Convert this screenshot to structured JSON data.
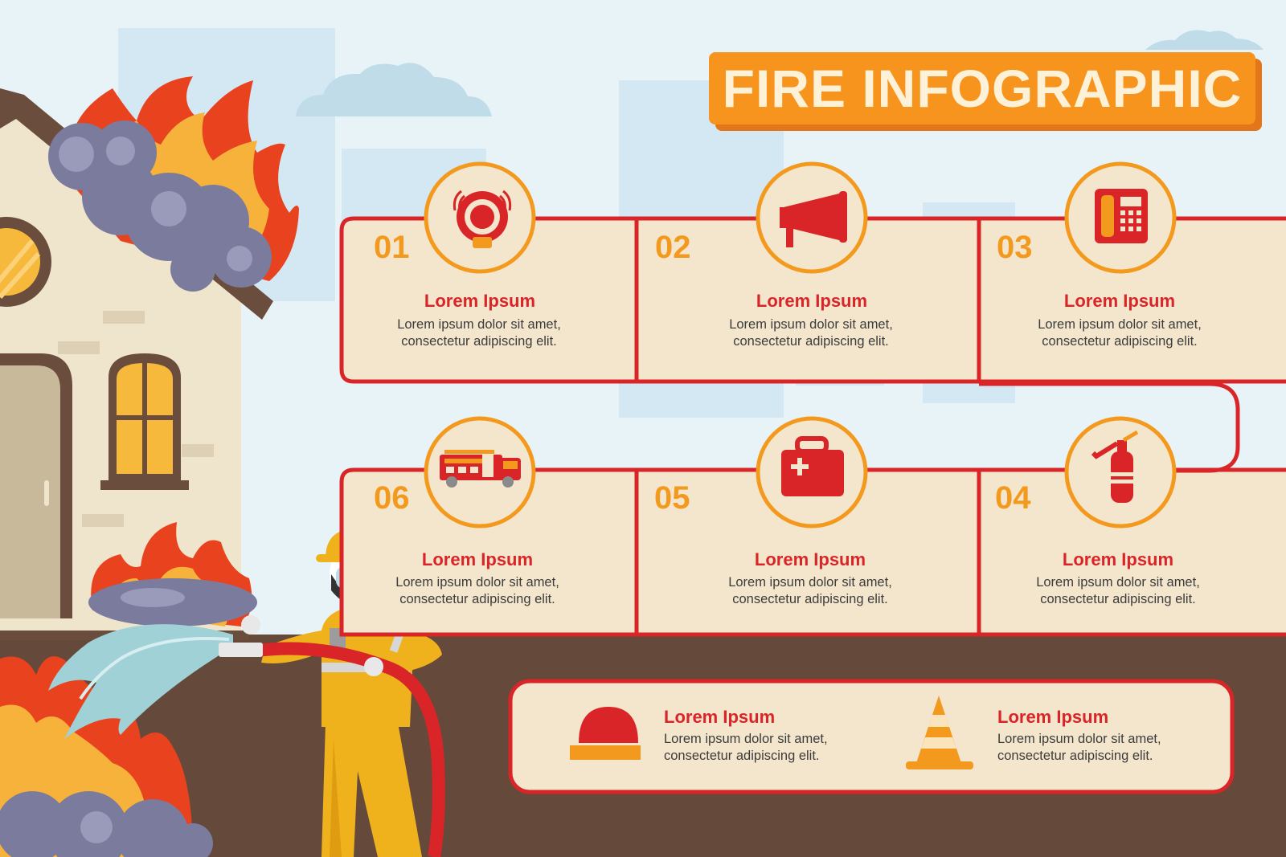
{
  "title": "FIRE INFOGRAPHIC",
  "colors": {
    "sky": "#e8f3f7",
    "ground": "#654a3c",
    "panel": "#f4e6cc",
    "border": "#d92528",
    "accent_orange": "#f7941d",
    "title_text": "#fdf1d7"
  },
  "steps": [
    {
      "number": "01",
      "icon": "fire-alarm-icon",
      "title": "Lorem Ipsum",
      "line1": "Lorem ipsum dolor sit amet,",
      "line2": "consectetur adipiscing elit."
    },
    {
      "number": "02",
      "icon": "megaphone-icon",
      "title": "Lorem Ipsum",
      "line1": "Lorem ipsum dolor sit amet,",
      "line2": "consectetur adipiscing elit."
    },
    {
      "number": "03",
      "icon": "emergency-phone-icon",
      "title": "Lorem Ipsum",
      "line1": "Lorem ipsum dolor sit amet,",
      "line2": "consectetur adipiscing elit."
    },
    {
      "number": "04",
      "icon": "fire-extinguisher-icon",
      "title": "Lorem Ipsum",
      "line1": "Lorem ipsum dolor sit amet,",
      "line2": "consectetur adipiscing elit."
    },
    {
      "number": "05",
      "icon": "first-aid-kit-icon",
      "title": "Lorem Ipsum",
      "line1": "Lorem ipsum dolor sit amet,",
      "line2": "consectetur adipiscing elit."
    },
    {
      "number": "06",
      "icon": "fire-truck-icon",
      "title": "Lorem Ipsum",
      "line1": "Lorem ipsum dolor sit amet,",
      "line2": "consectetur adipiscing elit."
    }
  ],
  "bottom": [
    {
      "icon": "siren-light-icon",
      "title": "Lorem Ipsum",
      "line1": "Lorem ipsum dolor sit amet,",
      "line2": "consectetur adipiscing elit."
    },
    {
      "icon": "traffic-cone-icon",
      "title": "Lorem Ipsum",
      "line1": "Lorem ipsum dolor sit amet,",
      "line2": "consectetur adipiscing elit."
    }
  ]
}
